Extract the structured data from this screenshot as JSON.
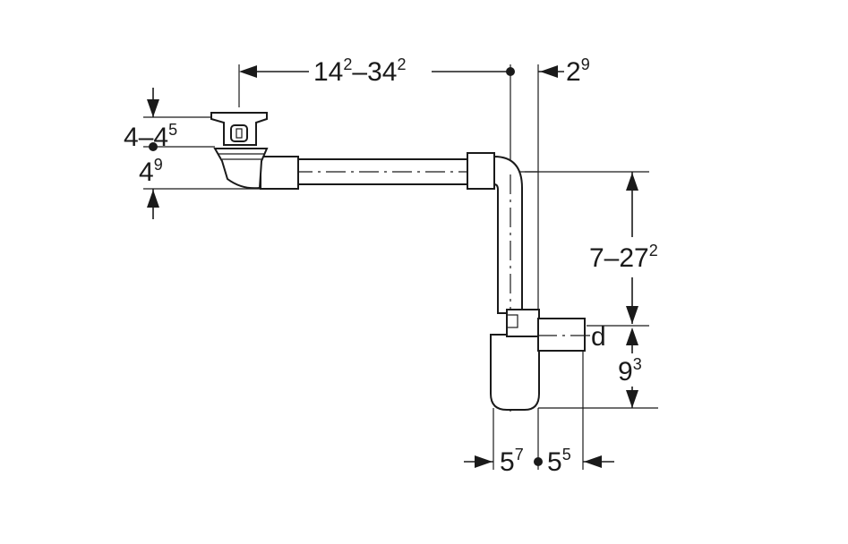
{
  "dimensions": {
    "top_length": {
      "main": "14",
      "sup": "2",
      "sep": "–",
      "main2": "34",
      "sup2": "2"
    },
    "top_offset": {
      "main": "2",
      "sup": "9"
    },
    "left_upper": {
      "main": "4",
      "sep": "–",
      "main2": "4",
      "sup2": "5"
    },
    "left_lower": {
      "main": "4",
      "sup": "9"
    },
    "right_height": {
      "main": "7–27",
      "sup": "2"
    },
    "outlet_label": "d",
    "right_lower": {
      "main": "9",
      "sup": "3"
    },
    "bottom_left": {
      "main": "5",
      "sup": "7"
    },
    "bottom_right": {
      "main": "5",
      "sup": "5"
    }
  }
}
